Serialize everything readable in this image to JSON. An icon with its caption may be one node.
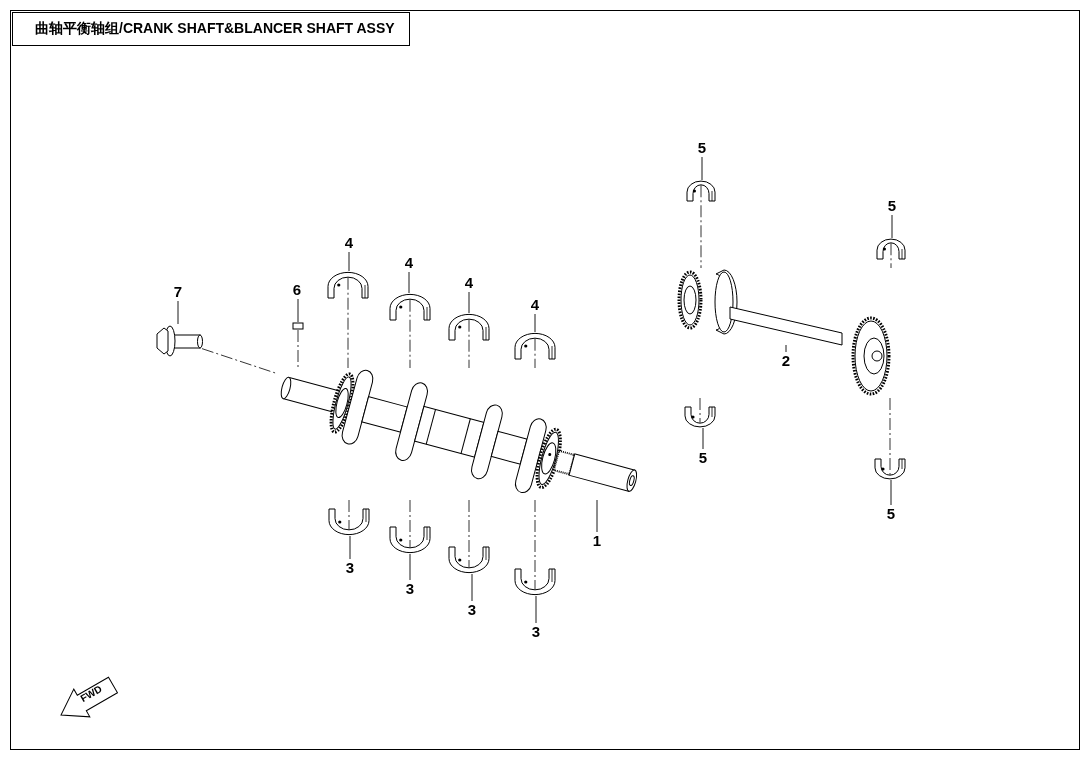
{
  "diagram": {
    "title": "曲轴平衡轴组/CRANK SHAFT&BLANCER SHAFT ASSY",
    "nodes": [
      {
        "text": [
          "5"
        ]
      },
      {
        "text": [
          "5"
        ]
      },
      {
        "text": [
          "4"
        ]
      },
      {
        "text": [
          "4"
        ]
      },
      {
        "text": [
          "7"
        ]
      },
      {
        "text": [
          "6"
        ]
      },
      {
        "text": [
          "4"
        ]
      },
      {
        "text": [
          "4"
        ]
      },
      {
        "text": [
          "5"
        ]
      },
      {
        "text": [
          "5"
        ]
      },
      {
        "text": [
          "1"
        ]
      },
      {
        "text": [
          "3"
        ]
      },
      {
        "text": [
          "3"
        ]
      },
      {
        "text": [
          "3"
        ]
      },
      {
        "text": [
          "3"
        ]
      },
      {
        "text": [],
        "shape": "picture"
      },
      {
        "text": [],
        "shape": "picture"
      },
      {
        "text": [],
        "shape": "picture"
      },
      {
        "text": [],
        "shape": "picture"
      },
      {
        "text": [],
        "shape": "picture"
      },
      {
        "text": [],
        "shape": "picture"
      },
      {
        "text": [],
        "shape": "picture"
      },
      {
        "text": [],
        "shape": "box"
      },
      {
        "text": [],
        "shape": "picture"
      },
      {
        "text": [],
        "shape": "picture"
      },
      {
        "text": [],
        "shape": "bar",
        "in": 24
      },
      {
        "text": [
          "2"
        ],
        "in": 24
      },
      {
        "text": [],
        "shape": "picture"
      },
      {
        "text": [],
        "shape": "picture"
      },
      {
        "text": [],
        "shape": "picture"
      },
      {
        "text": [],
        "shape": "picture"
      },
      {
        "text": [],
        "shape": "picture"
      },
      {
        "text": [],
        "shape": "picture"
      }
    ],
    "edges": [
      {
        "from": 0,
        "to": 15,
        "arrow": "none"
      },
      {
        "from": 1,
        "to": 16,
        "arrow": "none"
      },
      {
        "from": 2,
        "to": 17,
        "arrow": "none"
      },
      {
        "from": 3,
        "to": 18,
        "arrow": "none"
      },
      {
        "from": 6,
        "to": 19,
        "arrow": "none"
      },
      {
        "from": 7,
        "to": 20,
        "arrow": "none"
      },
      {
        "from": 4,
        "to": 21,
        "arrow": "none"
      },
      {
        "from": 5,
        "to": 22,
        "arrow": "none"
      },
      {
        "from": 26,
        "to": 25,
        "arrow": "none"
      },
      {
        "from": 8,
        "to": 27,
        "arrow": "none"
      },
      {
        "from": 9,
        "to": 28,
        "arrow": "none"
      },
      {
        "from": 10,
        "to": 23,
        "arrow": "none"
      },
      {
        "from": 11,
        "to": 29,
        "arrow": "none"
      },
      {
        "from": 12,
        "to": 30,
        "arrow": "none"
      },
      {
        "from": 13,
        "to": 31,
        "arrow": "none"
      },
      {
        "from": 14,
        "to": 32,
        "arrow": "none"
      },
      {
        "from": 15,
        "to": 24,
        "arrow": "none",
        "style": "dashed"
      },
      {
        "from": 24,
        "to": 27,
        "arrow": "none",
        "style": "dashed"
      },
      {
        "from": 16,
        "to": 24,
        "arrow": "none",
        "style": "dashed"
      },
      {
        "from": 24,
        "to": 28,
        "arrow": "none",
        "style": "dashed"
      },
      {
        "from": 17,
        "to": 23,
        "arrow": "none",
        "style": "dashed"
      },
      {
        "from": 23,
        "to": 29,
        "arrow": "none",
        "style": "dashed"
      },
      {
        "from": 18,
        "to": 23,
        "arrow": "none",
        "style": "dashed"
      },
      {
        "from": 23,
        "to": 30,
        "arrow": "none",
        "style": "dashed"
      },
      {
        "from": 19,
        "to": 23,
        "arrow": "none",
        "style": "dashed"
      },
      {
        "from": 23,
        "to": 31,
        "arrow": "none",
        "style": "dashed"
      },
      {
        "from": 20,
        "to": 23,
        "arrow": "none",
        "style": "dashed"
      },
      {
        "from": 23,
        "to": 32,
        "arrow": "none",
        "style": "dashed"
      },
      {
        "from": 21,
        "to": 23,
        "arrow": "none",
        "style": "dashed"
      },
      {
        "from": 22,
        "to": 23,
        "arrow": "none",
        "style": "dashed"
      }
    ],
    "labels": [
      "FWD"
    ]
  }
}
